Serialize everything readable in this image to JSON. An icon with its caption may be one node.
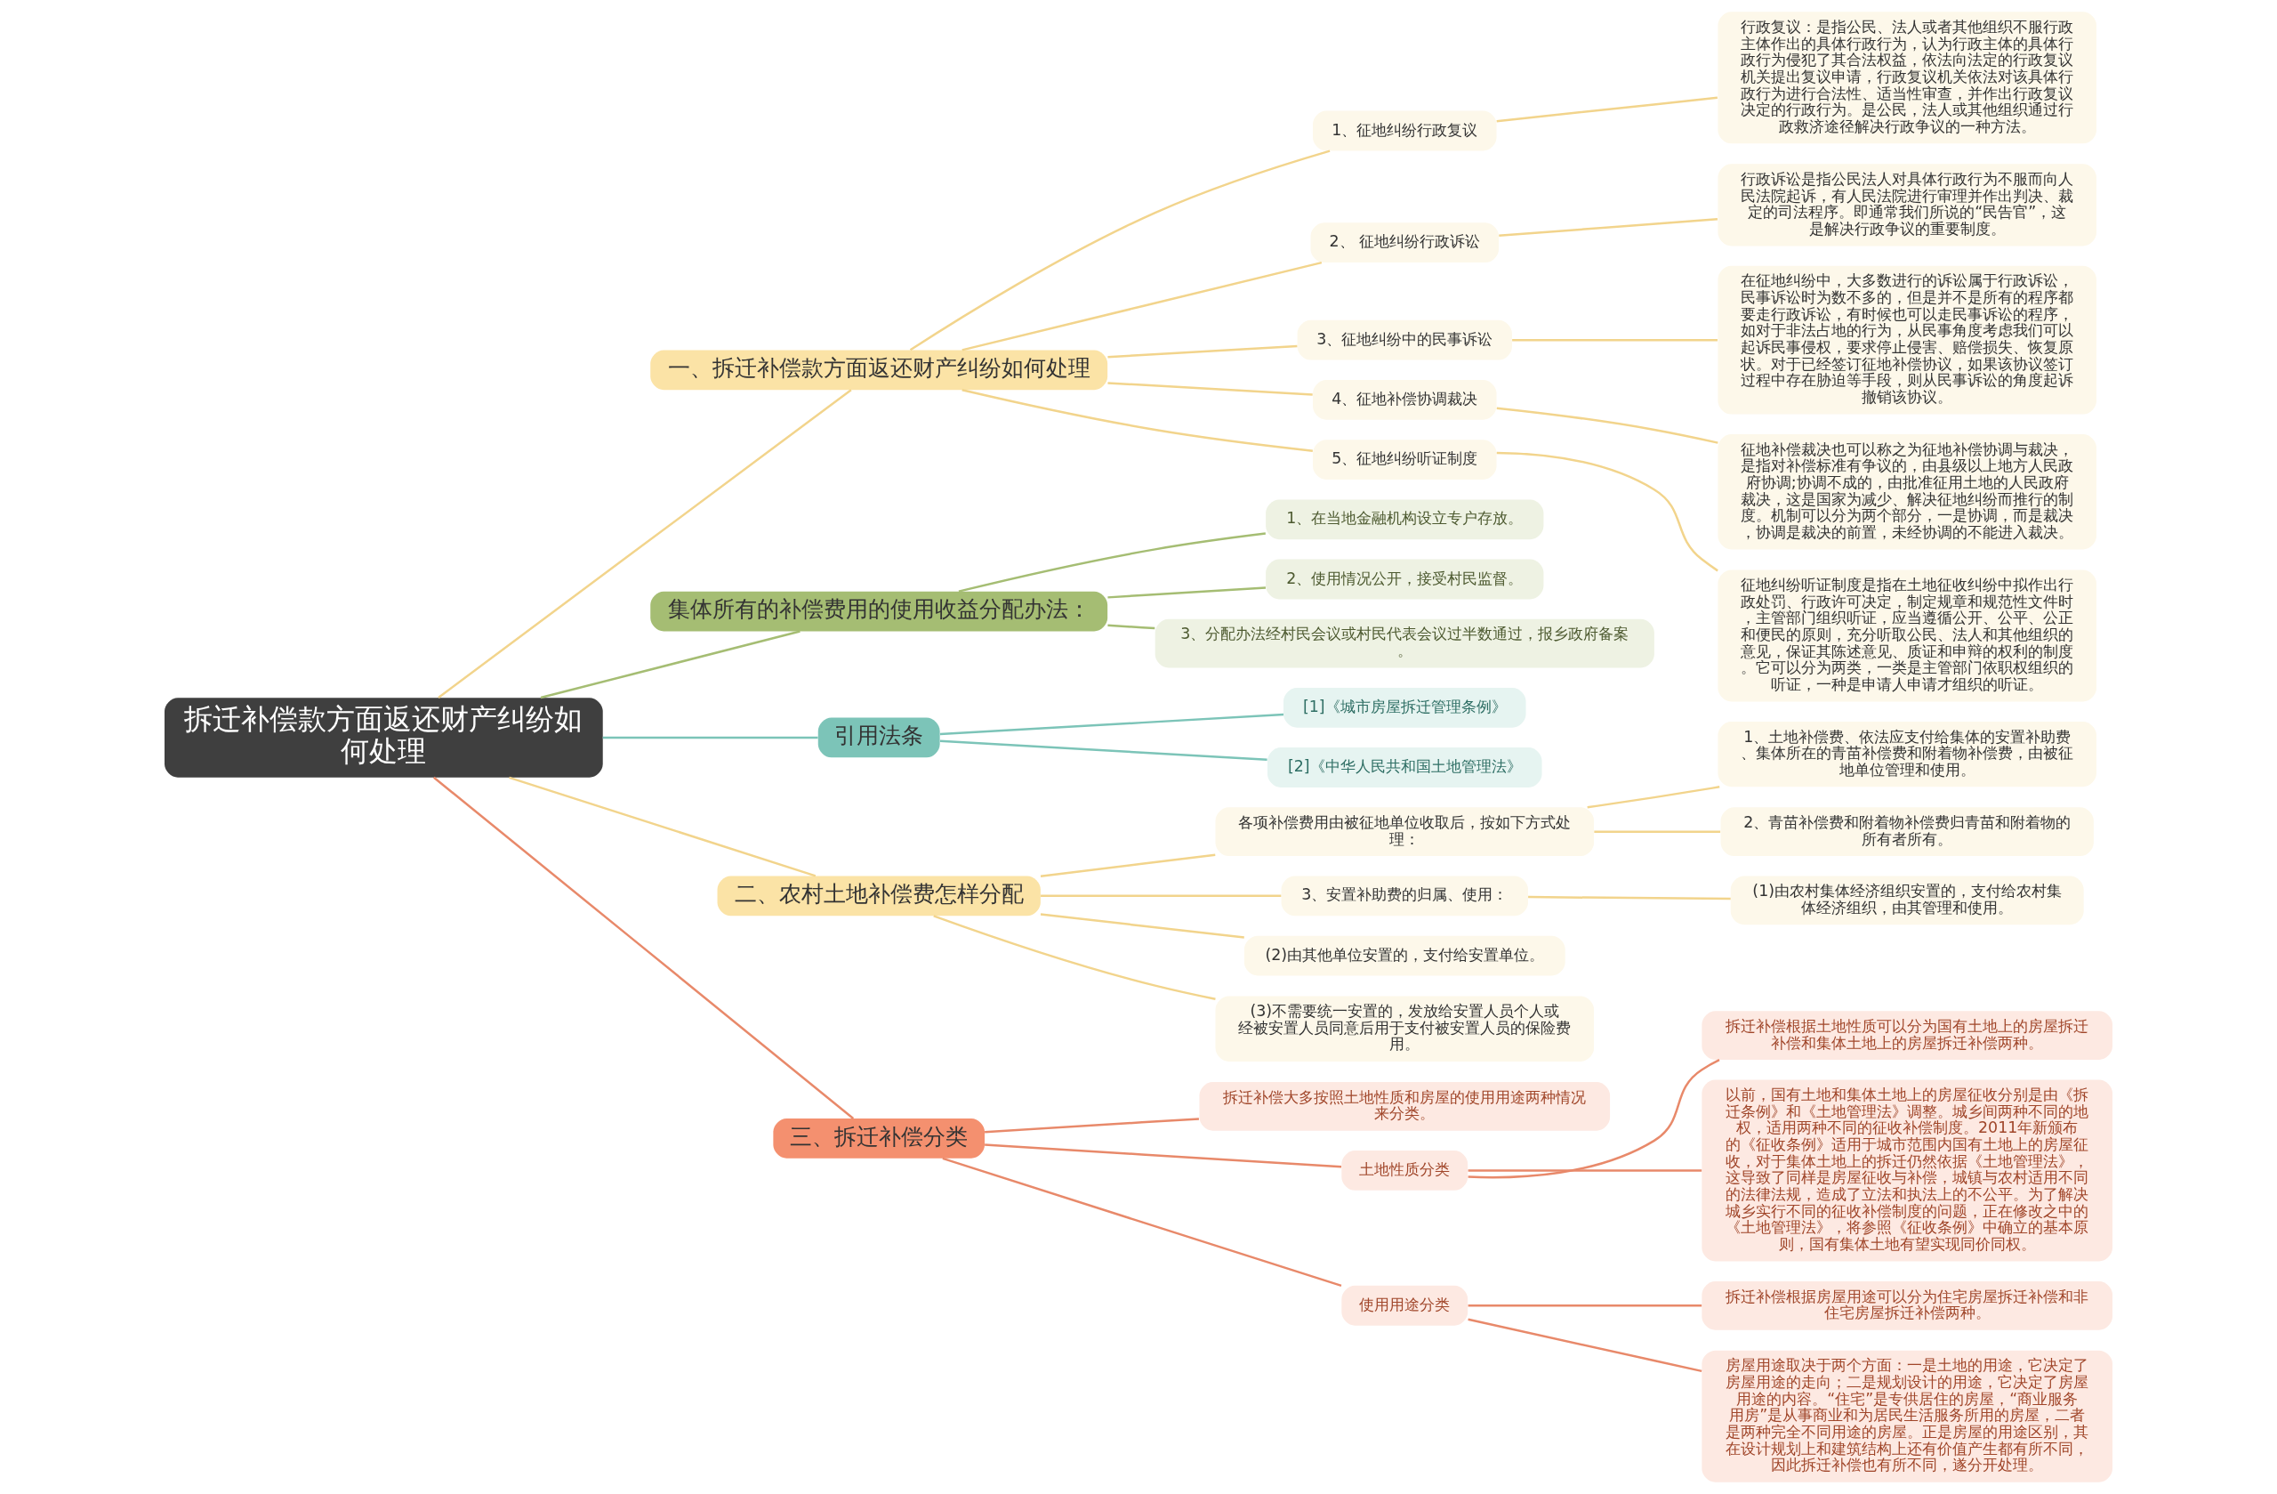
{
  "diagram": {
    "nodes": [
      {
        "text": [
          "拆迁补偿款方面返还财产纠纷如何处理"
        ]
      },
      {
        "text": [
          "一、拆迁补偿款方面返还财产纠纷如何处理"
        ]
      },
      {
        "text": [
          "1、征地纠纷行政复议"
        ]
      },
      {
        "text": [
          "行政复议：是指公民、法人或者其他组织不服行政主体作出的具体行政行为，认为行政主体的具体行政行为侵犯了其合法权益，依法向法定的行政复议机关提出复议申请，行政复议机关依法对该具体行政行为进行合法性、适当性审查，并作出行政复议决定的行政行为。是公民，法人或其他组织通过行政救济途径解决行政争议的一种方法。"
        ]
      },
      {
        "text": [
          "2、 征地纠纷行政诉讼"
        ]
      },
      {
        "text": [
          "行政诉讼是指公民法人对具体行政行为不服而向人民法院起诉，有人民法院进行审理并作出判决、裁定的司法程序。即通常我们所说的“民告官”，这是解决行政争议的重要制度。"
        ]
      },
      {
        "text": [
          "3、征地纠纷中的民事诉讼"
        ]
      },
      {
        "text": [
          "在征地纠纷中，大多数进行的诉讼属于行政诉讼，民事诉讼时为数不多的，但是并不是所有的程序都要走行政诉讼，有时候也可以走民事诉讼的程序，如对于非法占地的行为，从民事角度考虑我们可以起诉民事侵权，要求停止侵害、赔偿损失、恢复原状。对于已经签订征地补偿协议，如果该协议签订过程中存在胁迫等手段，则从民事诉讼的角度起诉撤销该协议。"
        ]
      },
      {
        "text": [
          "4、征地补偿协调裁决"
        ]
      },
      {
        "text": [
          "征地补偿裁决也可以称之为征地补偿协调与裁决，是指对补偿标准有争议的，由县级以上地方人民政府协调;协调不成的，由批准征用土地的人民政府裁决，这是国家为减少、解决征地纠纷而推行的制度。机制可以分为两个部分，一是协调，而是裁决，协调是裁决的前置，未经协调的不能进入裁决。"
        ]
      },
      {
        "text": [
          "5、征地纠纷听证制度"
        ]
      },
      {
        "text": [
          "征地纠纷听证制度是指在土地征收纠纷中拟作出行政处罚、行政许可决定，制定规章和规范性文件时，主管部门组织听证，应当遵循公开、公平、公正和便民的原则，充分听取公民、法人和其他组织的意见，保证其陈述意见、质证和申辩的权利的制度。它可以分为两类，一类是主管部门依职权组织的听证，一种是申请人申请才组织的听证。"
        ]
      },
      {
        "text": [
          "集体所有的补偿费用的使用收益分配办法："
        ]
      },
      {
        "text": [
          "1、在当地金融机构设立专户存放。"
        ]
      },
      {
        "text": [
          "2、使用情况公开，接受村民监督。"
        ]
      },
      {
        "text": [
          "3、分配办法经村民会议或村民代表会议过半数通过，报乡政府备案。"
        ]
      },
      {
        "text": [
          "引用法条"
        ]
      },
      {
        "text": [
          "[1]《城市房屋拆迁管理条例》"
        ]
      },
      {
        "text": [
          "[2]《中华人民共和国土地管理法》"
        ]
      },
      {
        "text": [
          "二、农村土地补偿费怎样分配"
        ]
      },
      {
        "text": [
          "各项补偿费用由被征地单位收取后，按如下方式处理："
        ]
      },
      {
        "text": [
          "1、土地补偿费、依法应支付给集体的安置补助费、集体所在的青苗补偿费和附着物补偿费，由被征地单位管理和使用。"
        ]
      },
      {
        "text": [
          "2、青苗补偿费和附着物补偿费归青苗和附着物的所有者所有。"
        ]
      },
      {
        "text": [
          "3、安置补助费的归属、使用："
        ]
      },
      {
        "text": [
          "(1)由农村集体经济组织安置的，支付给农村集体经济组织，由其管理和使用。"
        ]
      },
      {
        "text": [
          "(2)由其他单位安置的，支付给安置单位。"
        ]
      },
      {
        "text": [
          "(3)不需要统一安置的，发放给安置人员个人或经被安置人员同意后用于支付被安置人员的保险费用。"
        ]
      },
      {
        "text": [
          "三、拆迁补偿分类"
        ]
      },
      {
        "text": [
          "拆迁补偿大多按照土地性质和房屋的使用用途两种情况来分类。"
        ]
      },
      {
        "text": [
          "土地性质分类"
        ]
      },
      {
        "text": [
          "拆迁补偿根据土地性质可以分为国有土地上的房屋拆迁补偿和集体土地上的房屋拆迁补偿两种。"
        ]
      },
      {
        "text": [
          "以前，国有土地和集体土地上的房屋征收分别是由《拆迁条例》和《土地管理法》调整。城乡间两种不同的地权，适用两种不同的征收补偿制度。2011年新颁布的《征收条例》适用于城市范围内国有土地上的房屋征收，对于集体土地上的拆迁仍然依据《土地管理法》，这导致了同样是房屋征收与补偿，城镇与农村适用不同的法律法规，造成了立法和执法上的不公平。为了解决城乡实行不同的征收补偿制度的问题，正在修改之中的《土地管理法》，将参照《征收条例》中确立的基本原则，国有集体土地有望实现同价同权。"
        ]
      },
      {
        "text": [
          "使用用途分类"
        ]
      },
      {
        "text": [
          "拆迁补偿根据房屋用途可以分为住宅房屋拆迁补偿和非住宅房屋拆迁补偿两种。"
        ]
      },
      {
        "text": [
          "房屋用途取决于两个方面：一是土地的用途，它决定了房屋用途的走向；二是规划设计的用途，它决定了房屋用途的内容。“住宅”是专供居住的房屋，“商业服务用房”是从事商业和为居民生活服务所用的房屋，二者是两种完全不同用途的房屋。正是房屋的用途区别，其在设计规划上和建筑结构上还有价值产生都有所不同，因此拆迁补偿也有所不同，遂分开处理。"
        ]
      }
    ],
    "edges": [
      {
        "from": 0,
        "to": 1,
        "arrow": "none"
      },
      {
        "from": 1,
        "to": 2,
        "arrow": "none"
      },
      {
        "from": 2,
        "to": 3,
        "arrow": "none"
      },
      {
        "from": 1,
        "to": 4,
        "arrow": "none"
      },
      {
        "from": 4,
        "to": 5,
        "arrow": "none"
      },
      {
        "from": 1,
        "to": 6,
        "arrow": "none"
      },
      {
        "from": 6,
        "to": 7,
        "arrow": "none"
      },
      {
        "from": 1,
        "to": 8,
        "arrow": "none"
      },
      {
        "from": 8,
        "to": 9,
        "arrow": "none"
      },
      {
        "from": 1,
        "to": 10,
        "arrow": "none"
      },
      {
        "from": 10,
        "to": 11,
        "arrow": "none"
      },
      {
        "from": 0,
        "to": 12,
        "arrow": "none",
        "color": "#a5bd73"
      },
      {
        "from": 12,
        "to": 13,
        "arrow": "none",
        "color": "#a5bd73"
      },
      {
        "from": 12,
        "to": 14,
        "arrow": "none",
        "color": "#a5bd73"
      },
      {
        "from": 12,
        "to": 15,
        "arrow": "none",
        "color": "#a5bd73"
      },
      {
        "from": 0,
        "to": 16,
        "arrow": "none",
        "color": "#7cc4b8"
      },
      {
        "from": 16,
        "to": 17,
        "arrow": "none",
        "color": "#7cc4b8"
      },
      {
        "from": 16,
        "to": 18,
        "arrow": "none",
        "color": "#7cc4b8"
      },
      {
        "from": 0,
        "to": 19,
        "arrow": "none"
      },
      {
        "from": 19,
        "to": 20,
        "arrow": "none"
      },
      {
        "from": 20,
        "to": 21,
        "arrow": "none"
      },
      {
        "from": 20,
        "to": 22,
        "arrow": "none"
      },
      {
        "from": 19,
        "to": 23,
        "arrow": "none"
      },
      {
        "from": 23,
        "to": 24,
        "arrow": "none"
      },
      {
        "from": 19,
        "to": 25,
        "arrow": "none"
      },
      {
        "from": 19,
        "to": 26,
        "arrow": "none"
      },
      {
        "from": 0,
        "to": 27,
        "arrow": "none",
        "color": "#e8896a"
      },
      {
        "from": 27,
        "to": 28,
        "arrow": "none",
        "color": "#e8896a"
      },
      {
        "from": 27,
        "to": 29,
        "arrow": "none",
        "color": "#e8896a"
      },
      {
        "from": 29,
        "to": 30,
        "arrow": "none",
        "color": "#e8896a"
      },
      {
        "from": 29,
        "to": 31,
        "arrow": "none",
        "color": "#e8896a"
      },
      {
        "from": 27,
        "to": 32,
        "arrow": "none",
        "color": "#e8896a"
      },
      {
        "from": 32,
        "to": 33,
        "arrow": "none",
        "color": "#e8896a"
      },
      {
        "from": 32,
        "to": 34,
        "arrow": "none",
        "color": "#e8896a"
      }
    ]
  }
}
